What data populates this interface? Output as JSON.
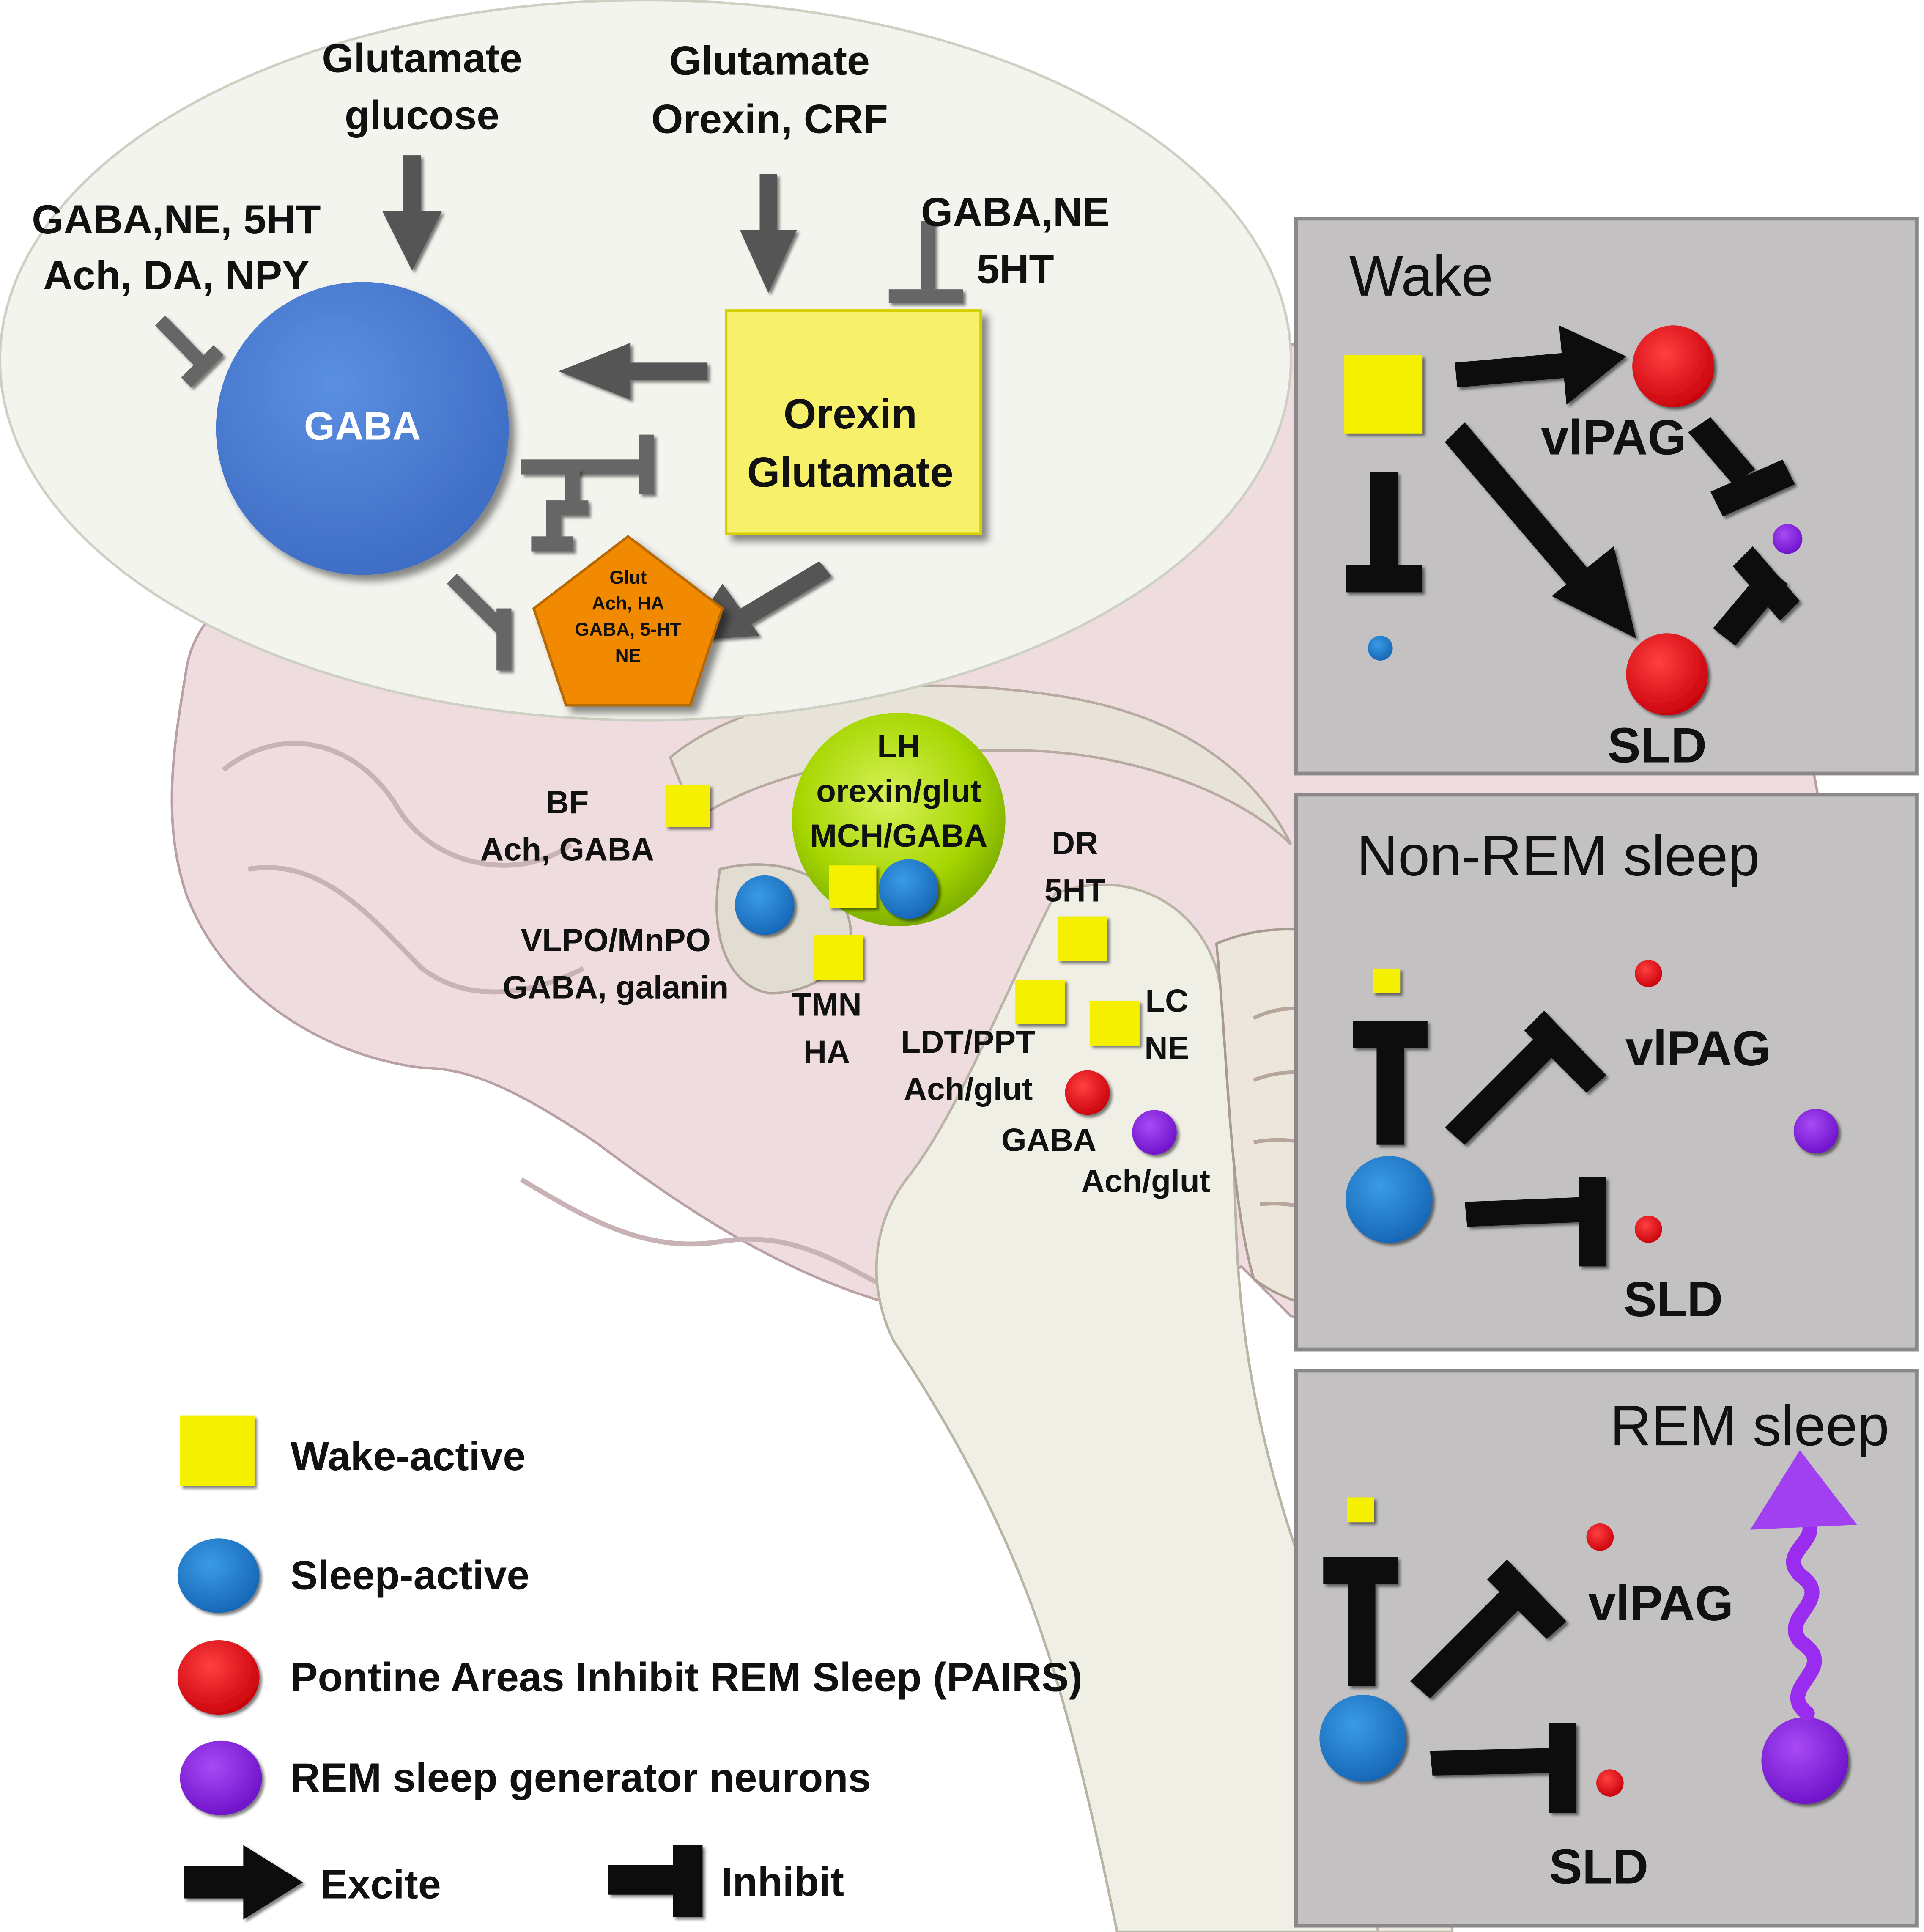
{
  "colors": {
    "wake_active": "#f5f000",
    "sleep_active": "#1f78c8",
    "pairs": "#e8141c",
    "rem_generator": "#8a1ee6",
    "orexin_box": "#f6f06a",
    "gaba_circle": "#4f7fd4",
    "pentagon": "#f18a00",
    "lh_circle": "#9fd000",
    "panel_bg": "#c3c1c1",
    "ellipse_bg": "#f3f4ee"
  },
  "inset": {
    "input_glutamate_glucose": [
      "Glutamate",
      "glucose"
    ],
    "input_glutamate_orexin_crf": [
      "Glutamate",
      "Orexin, CRF"
    ],
    "inhibitors_left": [
      "GABA,NE, 5HT",
      "Ach, DA, NPY"
    ],
    "inhibitors_right": [
      "GABA,NE",
      "5HT"
    ],
    "gaba_label": "GABA",
    "orexin_label": [
      "Orexin",
      "Glutamate"
    ],
    "pentagon_label": [
      "Glut",
      "Ach, HA",
      "GABA, 5-HT",
      "NE"
    ]
  },
  "brain_regions": {
    "lh": [
      "LH",
      "orexin/glut",
      "MCH/GABA"
    ],
    "bf": [
      "BF",
      "Ach, GABA"
    ],
    "vlpo": [
      "VLPO/MnPO",
      "GABA, galanin"
    ],
    "tmn": [
      "TMN",
      "HA"
    ],
    "dr": [
      "DR",
      "5HT"
    ],
    "lc": [
      "LC",
      "NE"
    ],
    "ldt": [
      "LDT/PPT",
      "Ach/glut"
    ],
    "gaba": "GABA",
    "ach_glut": "Ach/glut"
  },
  "legend": {
    "wake_active": "Wake-active",
    "sleep_active": "Sleep-active",
    "pairs": "Pontine Areas Inhibit REM Sleep (PAIRS)",
    "rem_generator": "REM sleep generator neurons",
    "excite": "Excite",
    "inhibit": "Inhibit"
  },
  "panels": {
    "wake": {
      "title": "Wake",
      "vlpag": "vlPAG",
      "sld": "SLD"
    },
    "nrem": {
      "title": "Non-REM sleep",
      "vlpag": "vlPAG",
      "sld": "SLD"
    },
    "rem": {
      "title": "REM sleep",
      "vlpag": "vlPAG",
      "sld": "SLD"
    }
  }
}
